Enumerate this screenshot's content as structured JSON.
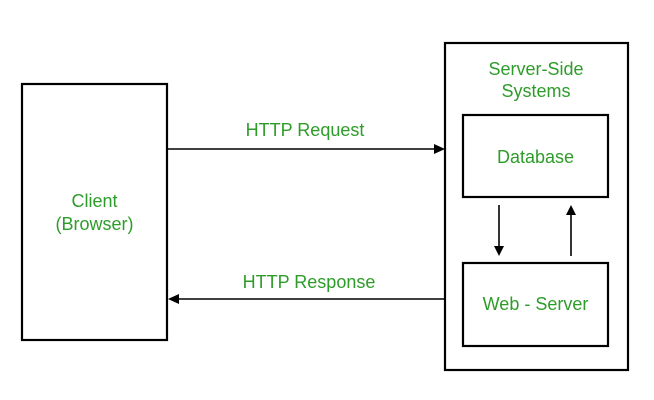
{
  "colors": {
    "label": "#2e9c2a",
    "stroke": "#000000",
    "background": "#ffffff"
  },
  "client": {
    "line1": "Client",
    "line2": "(Browser)"
  },
  "server_side": {
    "line1": "Server-Side",
    "line2": "Systems"
  },
  "database": {
    "label": "Database"
  },
  "web_server": {
    "label": "Web - Server"
  },
  "request": {
    "label": "HTTP Request"
  },
  "response": {
    "label": "HTTP Response"
  }
}
